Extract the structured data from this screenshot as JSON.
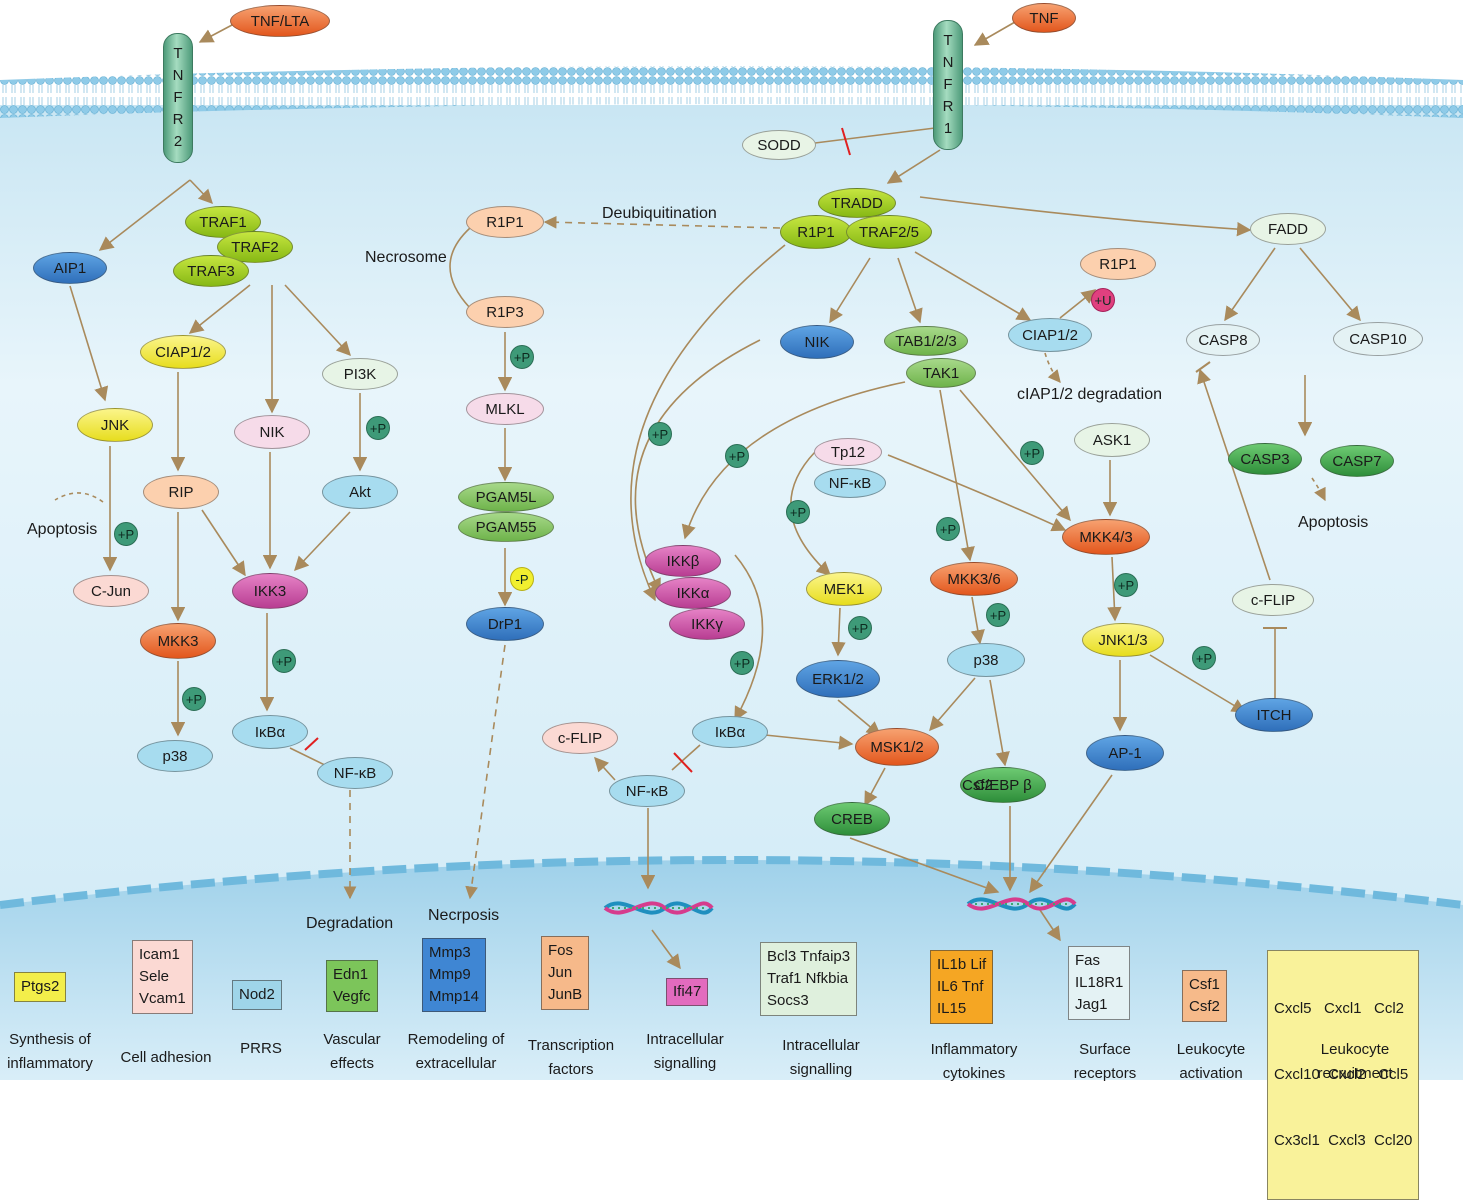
{
  "ligands": {
    "tnf_lta": "TNF/LTA",
    "tnf": "TNF"
  },
  "receptors": {
    "tnfr2": [
      "T",
      "N",
      "F",
      "R",
      "2"
    ],
    "tnfr1": [
      "T",
      "N",
      "F",
      "R",
      "1"
    ]
  },
  "nodes": {
    "sodd": "SODD",
    "aip1": "AIP1",
    "traf1": "TRAF1",
    "traf2": "TRAF2",
    "traf3": "TRAF3",
    "ciap12_left": "CIAP1/2",
    "nik_left": "NIK",
    "pi3k": "PI3K",
    "jnk": "JNK",
    "rip": "RIP",
    "akt": "Akt",
    "c_jun": "C-Jun",
    "ikk3": "IKK3",
    "mkk3": "MKK3",
    "p38_left": "p38",
    "ikba_left": "IκBα",
    "nfkb_left": "NF-κB",
    "r1p1_necro": "R1P1",
    "r1p3": "R1P3",
    "mlkl": "MLKL",
    "pgam5l": "PGAM5L",
    "pgam55": "PGAM55",
    "drp1": "DrP1",
    "tradd": "TRADD",
    "r1p1_complex": "R1P1",
    "traf25": "TRAF2/5",
    "fadd": "FADD",
    "r1p1_right": "R1P1",
    "ciap12_right": "CIAP1/2",
    "nik_mid": "NIK",
    "tab123": "TAB1/2/3",
    "tak1": "TAK1",
    "casp8": "CASP8",
    "casp10": "CASP10",
    "ask1": "ASK1",
    "tp12": "Tp12",
    "nfkb_tp12": "NF-κB",
    "casp3": "CASP3",
    "casp7": "CASP7",
    "ikkb": "IKKβ",
    "ikka": "IKKα",
    "ikkg": "IKKγ",
    "mek1": "MEK1",
    "mkk36": "MKK3/6",
    "mkk43": "MKK4/3",
    "c_flip_right": "c-FLIP",
    "erk12": "ERK1/2",
    "p38_mid": "p38",
    "jnk13": "JNK1/3",
    "itch": "ITCH",
    "c_flip_mid": "c-FLIP",
    "ikba_mid": "IκBα",
    "msk12": "MSK1/2",
    "ap1": "AP-1",
    "nfkb_mid": "NF-κB",
    "cebpb": "C/EBP β",
    "csf2_overlap": "Csf2",
    "creb": "CREB"
  },
  "modifications": {
    "plus_p": "+P",
    "minus_p": "-P",
    "plus_u": "+U"
  },
  "labels": {
    "deubiquitination": "Deubiquitination",
    "necrosome": "Necrosome",
    "ciap_degradation": "cIAP1/2 degradation",
    "apoptosis_left": "Apoptosis",
    "apoptosis_right": "Apoptosis",
    "degradation": "Degradation",
    "necrposis": "Necrposis",
    "ifi47": "Ifi47"
  },
  "gene_groups": [
    {
      "genes": [
        "Ptgs2"
      ],
      "caption": [
        "Synthesis of",
        "inflammatory"
      ],
      "color": "#f3ee4a"
    },
    {
      "genes": [
        "Icam1",
        "Sele",
        "Vcam1"
      ],
      "caption": [
        "Cell adhesion"
      ],
      "color": "#fbd9d3"
    },
    {
      "genes": [
        "Nod2"
      ],
      "caption": [
        "PRRS"
      ],
      "color": "#9fd5e9"
    },
    {
      "genes": [
        "Edn1",
        "Vegfc"
      ],
      "caption": [
        "Vascular",
        "effects"
      ],
      "color": "#7cc55a"
    },
    {
      "genes": [
        "Mmp3",
        "Mmp9",
        "Mmp14"
      ],
      "caption": [
        "Remodeling of",
        "extracellular"
      ],
      "color": "#3f86d3"
    },
    {
      "genes": [
        "Fos",
        "Jun",
        "JunB"
      ],
      "caption": [
        "Transcription",
        "factors"
      ],
      "color": "#f6b98a"
    },
    {
      "genes": [
        "Bcl3  Tnfaip3",
        "Traf1  Nfkbia",
        "Socs3"
      ],
      "caption": [
        "Intracellular",
        "signalling"
      ],
      "color": "#dff0dd"
    },
    {
      "genes": [
        "IL1b   Lif",
        "IL6    Tnf",
        "IL15"
      ],
      "caption": [
        "Inflammatory",
        "cytokines"
      ],
      "color": "#f5a623"
    },
    {
      "genes": [
        "Fas",
        "IL18R1",
        "Jag1"
      ],
      "caption": [
        "Surface",
        "receptors"
      ],
      "color": "#e4f2f4"
    },
    {
      "genes": [
        "Csf1",
        "Csf2"
      ],
      "caption": [
        "Leukocyte",
        "activation"
      ],
      "color": "#f6ba8a"
    },
    {
      "genes": [
        "Cxcl5   Cxcl1   Ccl2",
        "Cxcl10  Cxcl2   Ccl5",
        "Cx3cl1  Cxcl3  Ccl20"
      ],
      "caption": [
        "Leukocyte",
        "recruitment"
      ],
      "color": "#f9f29a"
    }
  ],
  "ifi47_caption": [
    "Intracellular",
    "signalling"
  ]
}
